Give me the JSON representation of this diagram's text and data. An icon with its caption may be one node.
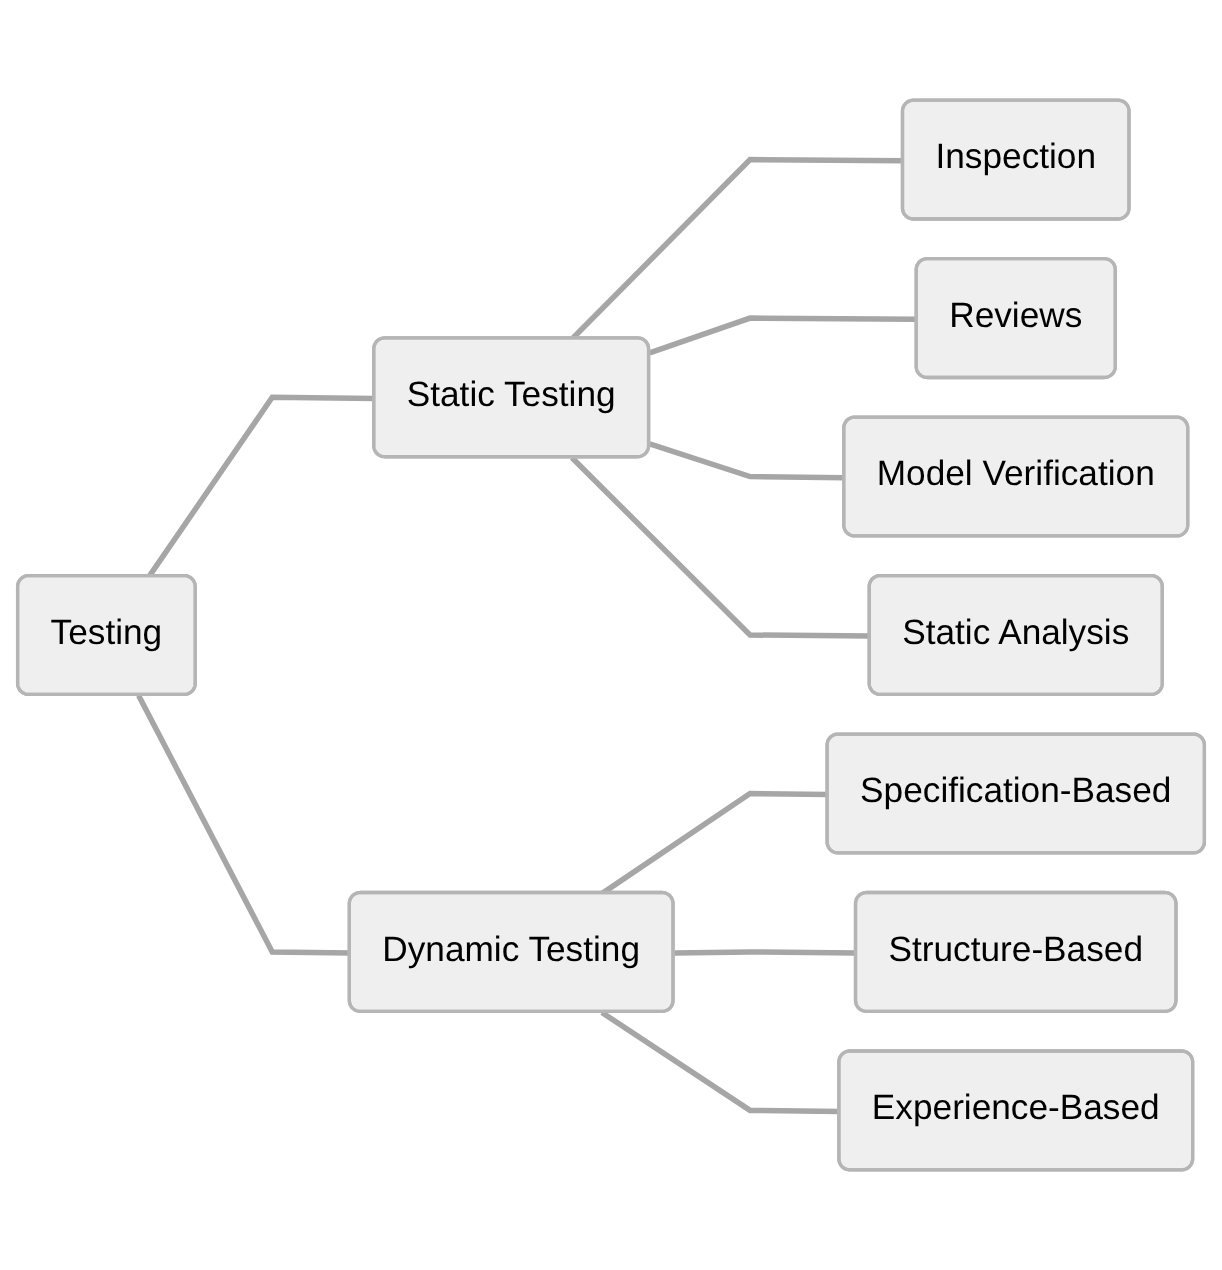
{
  "diagram": {
    "nodes": [
      {
        "text": [
          "Testing"
        ]
      },
      {
        "text": [
          "Static Testing"
        ]
      },
      {
        "text": [
          "Inspection"
        ]
      },
      {
        "text": [
          "Reviews"
        ]
      },
      {
        "text": [
          "Model Verification"
        ]
      },
      {
        "text": [
          "Static Analysis"
        ]
      },
      {
        "text": [
          "Dynamic Testing"
        ]
      },
      {
        "text": [
          "Specification-Based"
        ]
      },
      {
        "text": [
          "Structure-Based"
        ]
      },
      {
        "text": [
          "Experience-Based"
        ]
      }
    ],
    "edges": [
      {
        "from": 0,
        "to": 1,
        "arrow": "none"
      },
      {
        "from": 0,
        "to": 6,
        "arrow": "none"
      },
      {
        "from": 1,
        "to": 2,
        "arrow": "none"
      },
      {
        "from": 1,
        "to": 3,
        "arrow": "none"
      },
      {
        "from": 1,
        "to": 4,
        "arrow": "none"
      },
      {
        "from": 1,
        "to": 5,
        "arrow": "none"
      },
      {
        "from": 6,
        "to": 7,
        "arrow": "none"
      },
      {
        "from": 6,
        "to": 8,
        "arrow": "none"
      },
      {
        "from": 6,
        "to": 9,
        "arrow": "none"
      }
    ]
  }
}
